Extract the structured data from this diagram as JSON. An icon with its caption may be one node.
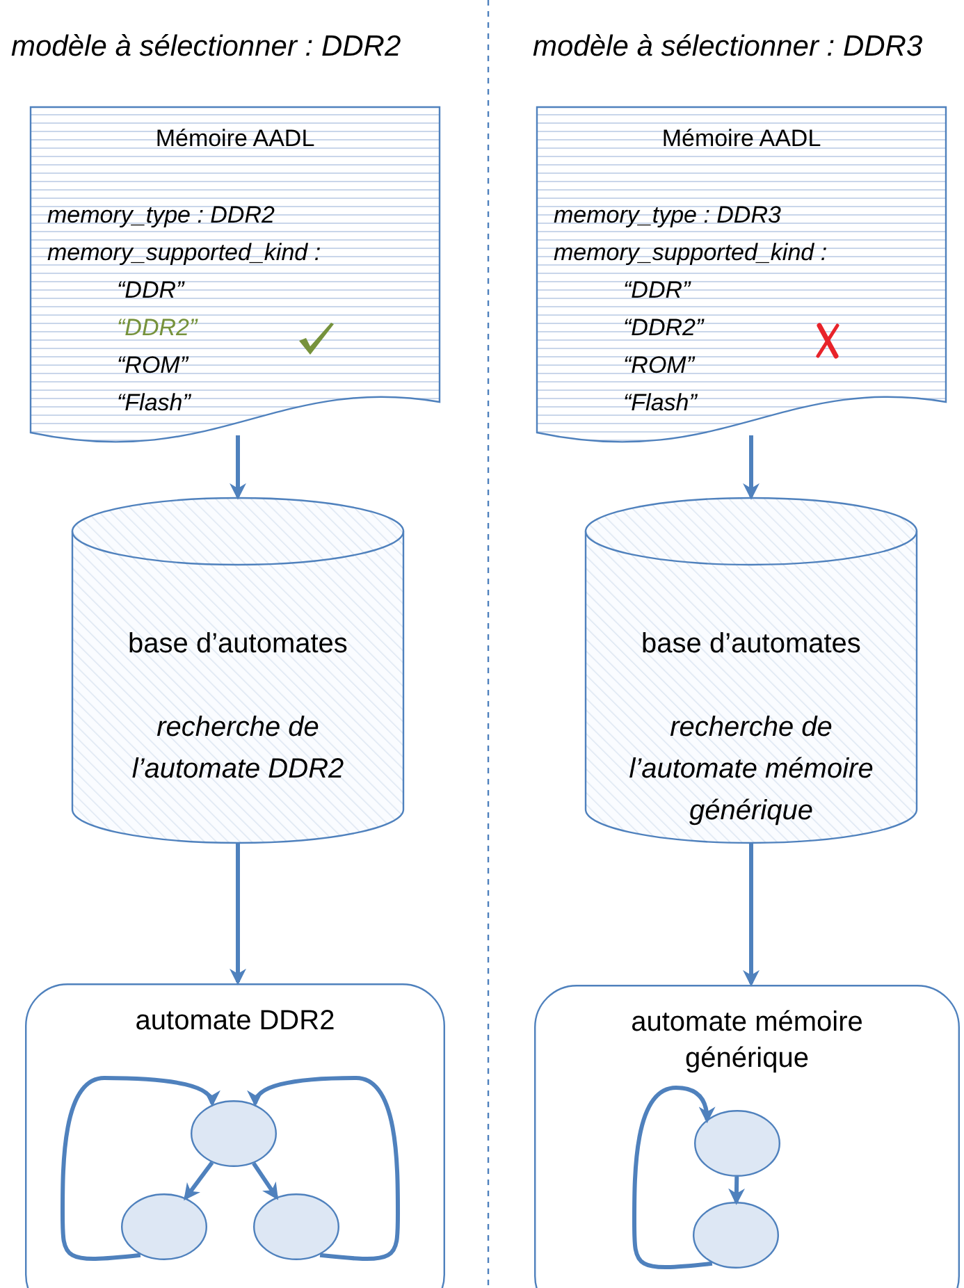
{
  "diagram": {
    "nodes": [
      {
        "text": [
          "Mémoire AADL",
          "memory_type : DDR2",
          "memory_supported_kind :",
          "“DDR”",
          "“DDR2”",
          "“ROM”",
          "“Flash”"
        ]
      },
      {
        "text": [
          "base d’automates",
          "recherche de l’automate DDR2"
        ]
      },
      {
        "text": [
          "automate DDR2"
        ]
      },
      {
        "text": [],
        "shape": "ellipse",
        "in": 2
      },
      {
        "text": [],
        "shape": "ellipse",
        "in": 2
      },
      {
        "text": [],
        "shape": "ellipse",
        "in": 2
      },
      {
        "text": [
          "Mémoire AADL",
          "memory_type : DDR3",
          "memory_supported_kind :",
          "“DDR”",
          "“DDR2”",
          "“ROM”",
          "“Flash”"
        ]
      },
      {
        "text": [
          "base d’automates",
          "recherche de l’automate mémoire générique"
        ]
      },
      {
        "text": [
          "automate mémoire générique"
        ]
      },
      {
        "text": [],
        "shape": "ellipse",
        "in": 8
      },
      {
        "text": [],
        "shape": "ellipse",
        "in": 8
      }
    ],
    "edges": [
      {
        "from": 0,
        "to": 1,
        "arrow": "to"
      },
      {
        "from": 1,
        "to": 2,
        "arrow": "to"
      },
      {
        "from": 3,
        "to": 4,
        "arrow": "to"
      },
      {
        "from": 3,
        "to": 5,
        "arrow": "to"
      },
      {
        "from": 4,
        "to": 3,
        "arrow": "to"
      },
      {
        "from": 5,
        "to": 3,
        "arrow": "to"
      },
      {
        "from": 6,
        "to": 7,
        "arrow": "to"
      },
      {
        "from": 7,
        "to": 8,
        "arrow": "to"
      },
      {
        "from": 9,
        "to": 10,
        "arrow": "to"
      },
      {
        "from": 10,
        "to": 9,
        "arrow": "to"
      }
    ],
    "labels": [
      "modèle à sélectionner : DDR2",
      "modèle à sélectionner : DDR3"
    ]
  }
}
